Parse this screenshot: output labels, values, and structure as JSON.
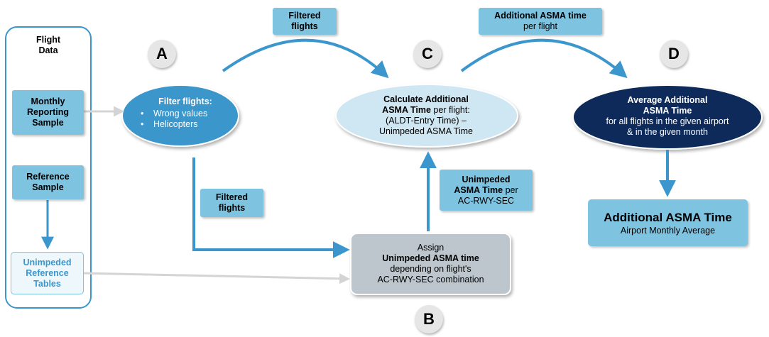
{
  "flight_data": {
    "title_line1": "Flight",
    "title_line2": "Data",
    "monthly_sample": [
      "Monthly",
      "Reporting",
      "Sample"
    ],
    "reference_sample": [
      "Reference",
      "Sample"
    ],
    "unimpeded_tables": [
      "Unimpeded",
      "Reference",
      "Tables"
    ]
  },
  "steps": {
    "a": "A",
    "b": "B",
    "c": "C",
    "d": "D"
  },
  "filter": {
    "title": "Filter flights:",
    "items": [
      "Wrong values",
      "Helicopters"
    ]
  },
  "calculate": {
    "line1": "Calculate Additional",
    "line2_bold": "ASMA Time",
    "line2_rest": " per flight:",
    "line3": "(ALDT-Entry Time) –",
    "line4": "Unimpeded ASMA Time"
  },
  "average": {
    "line1": "Average Additional",
    "line2": "ASMA Time",
    "line3": "for all flights in the given airport",
    "line4": "& in the given month"
  },
  "assign": {
    "line1": "Assign",
    "line2": "Unimpeded ASMA time",
    "line3": "depending on flight's",
    "line4": "AC-RWY-SEC combination"
  },
  "result": {
    "title": "Additional ASMA Time",
    "subtitle": "Airport Monthly Average"
  },
  "labels": {
    "filtered_top": [
      "Filtered",
      "flights"
    ],
    "filtered_left": [
      "Filtered",
      "flights"
    ],
    "additional_per_flight": {
      "bold": "Additional ASMA time",
      "rest": "per flight"
    },
    "unimpeded_per": {
      "line1": "Unimpeded",
      "line2_bold": "ASMA Time",
      "line2_rest": " per",
      "line3": "AC-RWY-SEC"
    }
  },
  "colors": {
    "arrow": "#3a96cc",
    "grey_arrow": "#d4d4d4",
    "label_box": "#7ec3e0",
    "filter_ellipse": "#3a96cc",
    "calc_ellipse": "#cfe6f3",
    "avg_ellipse": "#0b2a5a",
    "assign_box": "#bcc6cc"
  }
}
